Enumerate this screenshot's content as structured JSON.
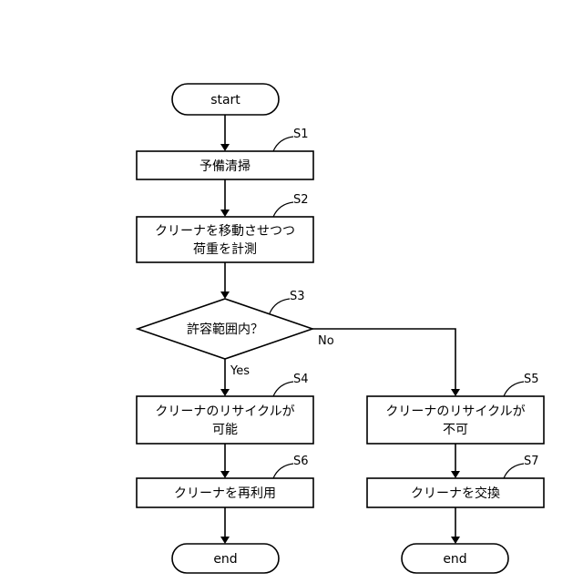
{
  "nodes": {
    "start": {
      "label": "start"
    },
    "s1": {
      "step": "S1",
      "label": "予備清掃"
    },
    "s2": {
      "step": "S2",
      "line1": "クリーナを移動させつつ",
      "line2": "荷重を計測"
    },
    "s3": {
      "step": "S3",
      "label": "許容範囲内？"
    },
    "s4": {
      "step": "S4",
      "line1": "クリーナのリサイクルが",
      "line2": "可能"
    },
    "s5": {
      "step": "S5",
      "line1": "クリーナのリサイクルが",
      "line2": "不可"
    },
    "s6": {
      "step": "S6",
      "label": "クリーナを再利用"
    },
    "s7": {
      "step": "S7",
      "label": "クリーナを交換"
    },
    "end_left": {
      "label": "end"
    },
    "end_right": {
      "label": "end"
    }
  },
  "branches": {
    "yes": "Yes",
    "no": "No"
  }
}
